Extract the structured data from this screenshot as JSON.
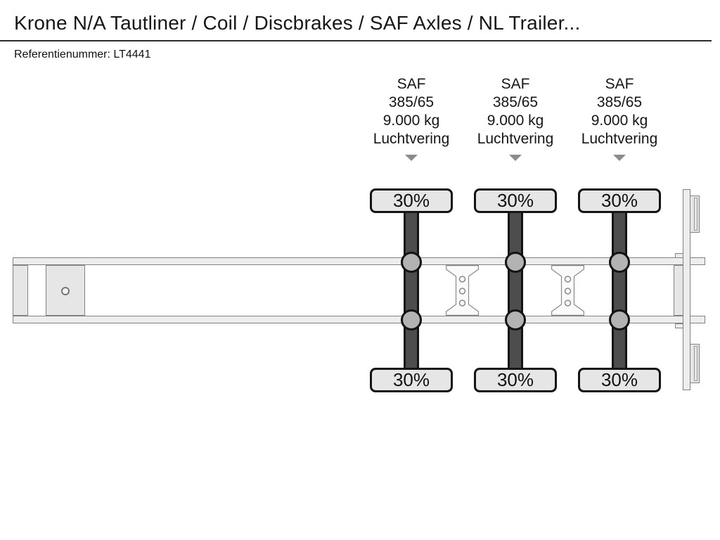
{
  "page": {
    "title": "Krone N/A Tautliner / Coil / Discbrakes / SAF Axles / NL Trailer...",
    "reference": "Referentienummer: LT4441"
  },
  "diagram": {
    "type": "trailer-axle-configuration-top-view",
    "axle_count": 3,
    "axles": [
      {
        "brand": "SAF",
        "tyre_size": "385/65",
        "load_capacity": "9.000 kg",
        "suspension": "Luchtvering",
        "tyre_top_tread": "30%",
        "tyre_bottom_tread": "30%"
      },
      {
        "brand": "SAF",
        "tyre_size": "385/65",
        "load_capacity": "9.000 kg",
        "suspension": "Luchtvering",
        "tyre_top_tread": "30%",
        "tyre_bottom_tread": "30%"
      },
      {
        "brand": "SAF",
        "tyre_size": "385/65",
        "load_capacity": "9.000 kg",
        "suspension": "Luchtvering",
        "tyre_top_tread": "30%",
        "tyre_bottom_tread": "30%"
      }
    ],
    "icons": {
      "suspension_arrow": "arrow-down-icon"
    },
    "colors": {
      "badge_fill": "#e6e6e6",
      "badge_border": "#141414",
      "axle_bar_fill": "#4d4d4d",
      "hub_fill": "#b3b3b3",
      "chassis_fill": "#ededed",
      "chassis_stroke": "#828282",
      "plate_fill": "#e6e6e6",
      "arrow_gray": "#8c8c8c",
      "text": "#1a1a1a"
    }
  }
}
